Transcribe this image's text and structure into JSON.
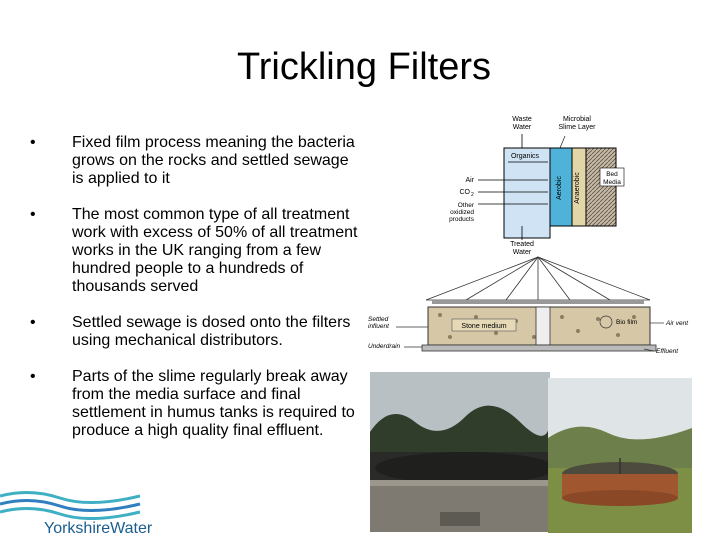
{
  "slide": {
    "title": "Trickling Filters",
    "bullets": [
      "Fixed film process meaning the bacteria grows on the rocks and settled sewage is applied to it",
      "The most common type of all treatment work with excess of 50% of all treatment works in the UK ranging from a few hundred people to a hundreds of thousands served",
      "Settled sewage is dosed onto the filters using mechanical distributors.",
      "Parts of the slime regularly break away from the media surface and final settlement in humus tanks is required to produce a high quality final effluent."
    ],
    "bullet_symbol": "•"
  },
  "diagram": {
    "waste_water": [
      "Waste",
      "Water"
    ],
    "slime_layer": [
      "Microbial",
      "Slime Layer"
    ],
    "organics": "Organics",
    "air": "Air",
    "co2": "CO",
    "co2_sub": "2",
    "other": [
      "Other",
      "oxidized",
      "products"
    ],
    "aerobic": "Aerobic",
    "anaerobic": "Anaerobic",
    "bed_media": [
      "Bed",
      "Media"
    ],
    "treated_water": [
      "Treated",
      "Water"
    ]
  },
  "cross_section": {
    "settled_influent": [
      "Settled",
      "influent"
    ],
    "underdrain": "Underdrain",
    "stone_medium": "Stone medium",
    "bio_film": "Bio film",
    "air_vent": "Air vent",
    "effluent": "Effluent"
  },
  "logo": {
    "text": "YorkshireWater",
    "colors": {
      "text": "#1a5d8f",
      "wave_blue": "#2f7fc1",
      "wave_teal": "#3fb0c4"
    }
  }
}
